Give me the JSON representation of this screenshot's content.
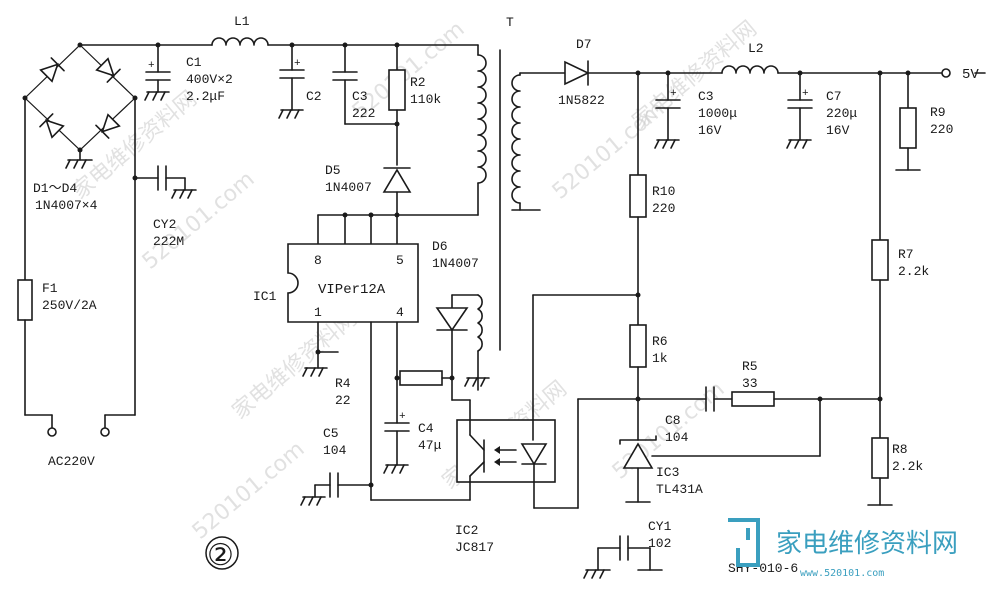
{
  "figure_number": "②",
  "code": "SHY-010-6",
  "watermark_url": "520101.com",
  "watermark_cn": "家电维修资料网",
  "brand": {
    "name": "家电维修资料网",
    "url": "www.520101.com"
  },
  "components": {
    "L1": "L1",
    "L2": "L2",
    "T": "T",
    "D7": "D7",
    "D7_part": "1N5822",
    "C1": "C1",
    "C1_v": "400V×2",
    "C1_val": "2.2μF",
    "C2": "C2",
    "C3_left": "C3",
    "C3_left_val": "222",
    "R2": "R2",
    "R2_val": "110k",
    "D5": "D5",
    "D5_part": "1N4007",
    "D1_D4": "D1～D4",
    "D1_D4_part": "1N4007×4",
    "CY2": "CY2",
    "CY2_val": "222M",
    "F1": "F1",
    "F1_val": "250V/2A",
    "AC": "AC220V",
    "IC1": "IC1",
    "IC1_part": "VIPer12A",
    "pin8": "8",
    "pin5": "5",
    "pin1": "1",
    "pin4": "4",
    "D6": "D6",
    "D6_part": "1N4007",
    "R4": "R4",
    "R4_val": "22",
    "C5": "C5",
    "C5_val": "104",
    "C4": "C4",
    "C4_val": "47μ",
    "IC2": "IC2",
    "IC2_part": "JC817",
    "C3_right": "C3",
    "C3_right_val": "1000μ",
    "C3_right_v": "16V",
    "C7": "C7",
    "C7_val": "220μ",
    "C7_v": "16V",
    "R9": "R9",
    "R9_val": "220",
    "R10": "R10",
    "R10_val": "220",
    "R6": "R6",
    "R6_val": "1k",
    "R5": "R5",
    "R5_val": "33",
    "C8": "C8",
    "C8_val": "104",
    "IC3": "IC3",
    "IC3_part": "TL431A",
    "R7": "R7",
    "R7_val": "2.2k",
    "R8": "R8",
    "R8_val": "2.2k",
    "CY1": "CY1",
    "CY1_val": "102",
    "out": "5V"
  }
}
